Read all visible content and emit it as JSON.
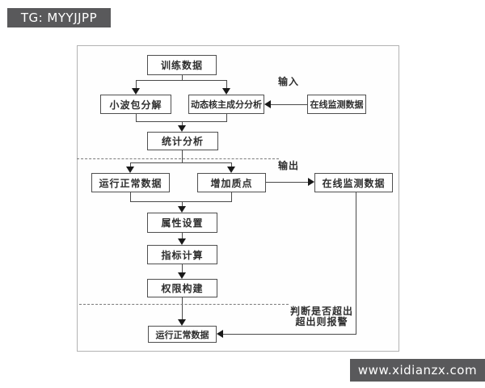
{
  "watermarks": {
    "telegram": "TG: MYYJJPP",
    "website": "www.xidianzx.com"
  },
  "flowchart": {
    "nodes": {
      "training_data": "训练数据",
      "wavelet_packet": "小波包分解",
      "dynamic_kernel_pca": "动态核主成分分析",
      "online_monitoring_input": "在线监测数据",
      "statistical_analysis": "统计分析",
      "normal_operation_data": "运行正常数据",
      "add_mass_point": "增加质点",
      "online_monitoring_output": "在线监测数据",
      "attribute_setting": "属性设置",
      "index_calculation": "指标计算",
      "threshold_construction": "权限构建",
      "normal_operation_data_bottom": "运行正常数据"
    },
    "labels": {
      "input": "输入",
      "output": "输出",
      "judge_line1": "判断是否超出",
      "judge_line2": "超出则报警"
    },
    "colors": {
      "line": "#4a4a4a",
      "box_border": "#4f4f4f",
      "banner_bg": "#59595b",
      "banner_text": "#ffffff"
    }
  }
}
